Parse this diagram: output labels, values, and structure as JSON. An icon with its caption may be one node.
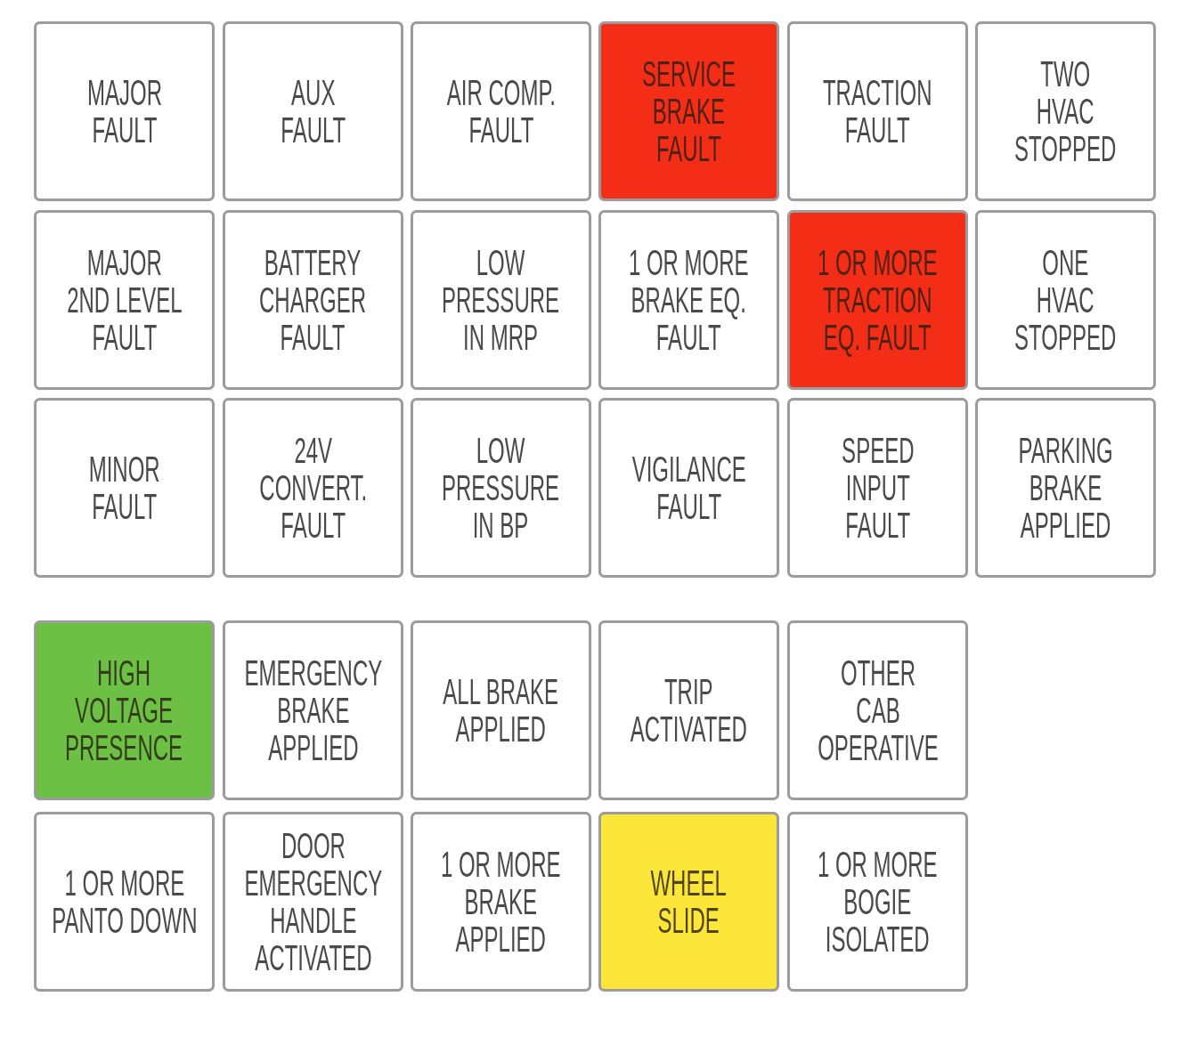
{
  "diagram": {
    "nodes": [
      {
        "text": [
          "MAJOR FAULT"
        ]
      },
      {
        "text": [
          "AUX FAULT"
        ]
      },
      {
        "text": [
          "AIR COMP. FAULT"
        ]
      },
      {
        "text": [
          "SERVICE BRAKE FAULT"
        ]
      },
      {
        "text": [
          "TRACTION FAULT"
        ]
      },
      {
        "text": [
          "TWO HVAC STOPPED"
        ]
      },
      {
        "text": [
          "MAJOR 2ND LEVEL FAULT"
        ]
      },
      {
        "text": [
          "BATTERY CHARGER FAULT"
        ]
      },
      {
        "text": [
          "LOW PRESSURE IN MRP"
        ]
      },
      {
        "text": [
          "1 OR MORE BRAKE EQ. FAULT"
        ]
      },
      {
        "text": [
          "1 OR MORE TRACTION EQ. FAULT"
        ]
      },
      {
        "text": [
          "ONE HVAC STOPPED"
        ]
      },
      {
        "text": [
          "MINOR FAULT"
        ]
      },
      {
        "text": [
          "24V CONVERT. FAULT"
        ]
      },
      {
        "text": [
          "LOW PRESSURE IN BP"
        ]
      },
      {
        "text": [
          "VIGILANCE FAULT"
        ]
      },
      {
        "text": [
          "SPEED INPUT FAULT"
        ]
      },
      {
        "text": [
          "PARKING BRAKE APPLIED"
        ]
      },
      {
        "text": [
          "HIGH VOLTAGE PRESENCE"
        ]
      },
      {
        "text": [
          "EMERGENCY BRAKE APPLIED"
        ]
      },
      {
        "text": [
          "ALL BRAKE APPLIED"
        ]
      },
      {
        "text": [
          "TRIP ACTIVATED"
        ]
      },
      {
        "text": [
          "OTHER CAB OPERATIVE"
        ]
      },
      {
        "text": [
          "1 OR MORE PANTO DOWN"
        ]
      },
      {
        "text": [
          "DOOR EMERGENCY HANDLE ACTIVATED"
        ]
      },
      {
        "text": [
          "1 OR MORE BRAKE APPLIED"
        ]
      },
      {
        "text": [
          "WHEEL SLIDE"
        ]
      },
      {
        "text": [
          "1 OR MORE BOGIE ISOLATED"
        ]
      }
    ]
  }
}
